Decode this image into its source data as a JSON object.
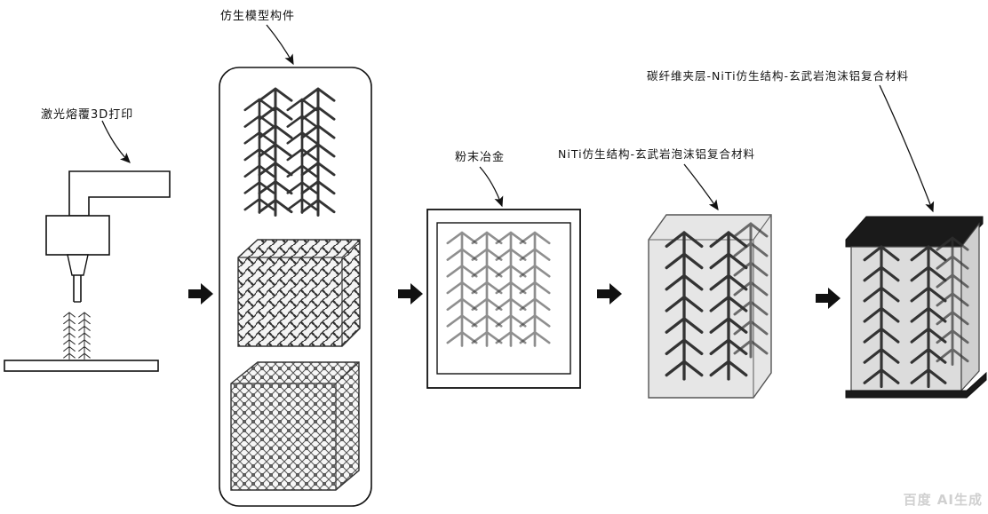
{
  "labels": {
    "laser": "激光熔覆3D打印",
    "bionic_model": "仿生模型构件",
    "powder": "粉末冶金",
    "niti_composite": "NiTi仿生结构-玄武岩泡沫铝复合材料",
    "carbon_composite": "碳纤维夹层-NiTi仿生结构-玄武岩泡沫铝复合材料"
  },
  "watermark": "百度 AI生成",
  "colors": {
    "line": "#111111",
    "arrow": "#111111",
    "lattice": "#444444",
    "plate": "#1a1a1a",
    "box_fill": "#e6e6e6"
  }
}
